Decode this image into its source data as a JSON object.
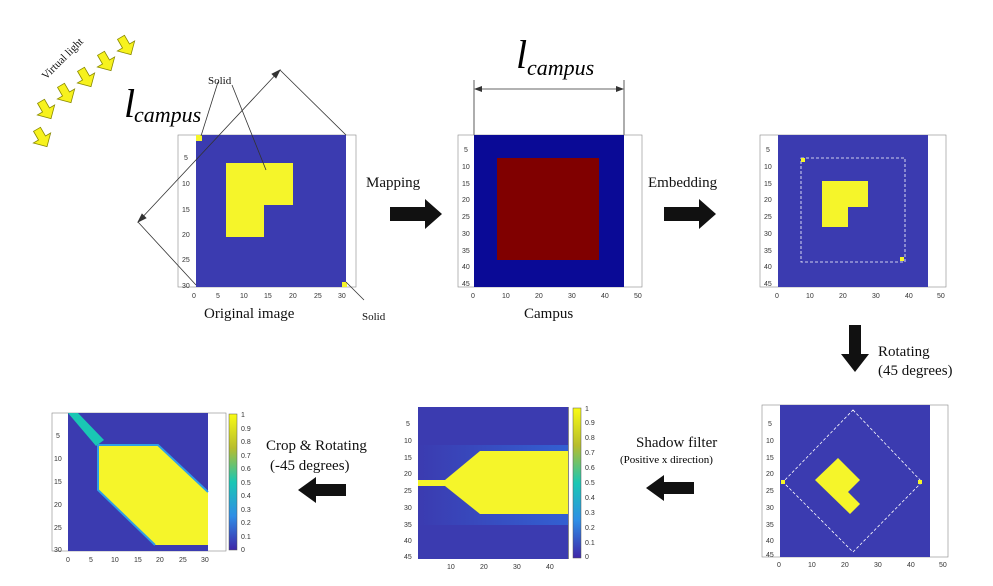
{
  "texts": {
    "virtual_light": "Virtual light",
    "l_campus_symbol": "l",
    "l_campus_sub": "campus",
    "solid": "Solid",
    "original_image": "Original image",
    "mapping": "Mapping",
    "campus": "Campus",
    "embedding": "Embedding",
    "rotating": "Rotating",
    "rotating_deg": "(45 degrees)",
    "shadow_filter": "Shadow filter",
    "shadow_dir": "(Positive x direction)",
    "crop_rotating": "Crop & Rotating",
    "crop_deg": "(-45 degrees)"
  },
  "colors": {
    "background_blue": "#3b3bb0",
    "shape_yellow": "#f5f52a",
    "campus_blue": "#0a0a96",
    "campus_red": "#800000",
    "arrow": "#111111"
  },
  "ticks": {
    "orig_y": [
      "5",
      "10",
      "15",
      "20",
      "25",
      "30"
    ],
    "orig_x": [
      "0",
      "5",
      "10",
      "15",
      "20",
      "25",
      "30"
    ],
    "big_y": [
      "5",
      "10",
      "15",
      "20",
      "25",
      "30",
      "35",
      "40",
      "45"
    ],
    "big_x": [
      "0",
      "10",
      "20",
      "30",
      "40",
      "50"
    ],
    "crop_y": [
      "5",
      "10",
      "15",
      "20",
      "25",
      "30"
    ],
    "crop_x": [
      "0",
      "5",
      "10",
      "15",
      "20",
      "25",
      "30"
    ],
    "shadow_y": [
      "5",
      "10",
      "15",
      "20",
      "25",
      "30",
      "35",
      "40",
      "45"
    ],
    "shadow_x": [
      "10",
      "20",
      "30",
      "40"
    ],
    "colorbar": [
      "1",
      "0.9",
      "0.8",
      "0.7",
      "0.6",
      "0.5",
      "0.4",
      "0.3",
      "0.2",
      "0.1",
      "0"
    ]
  }
}
